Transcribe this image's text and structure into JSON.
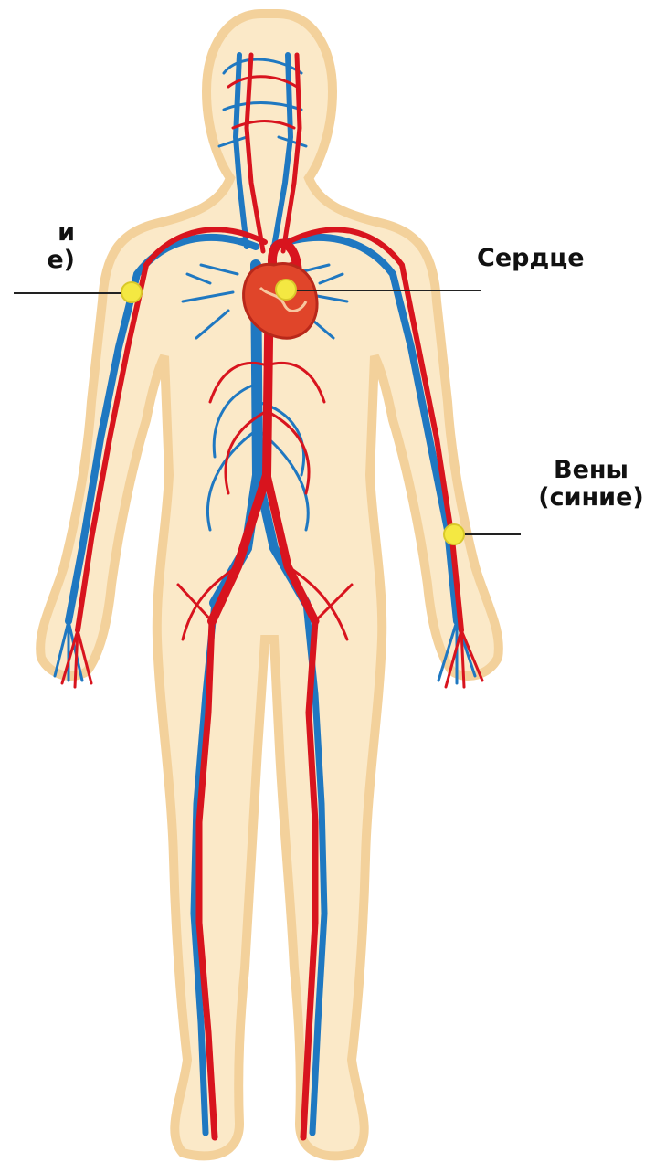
{
  "labels": {
    "arteries": {
      "line1": "и",
      "line2": "е)"
    },
    "heart": "Сердце",
    "veins": {
      "line1": "Вены",
      "line2": "(синие)"
    }
  },
  "colors": {
    "skin_fill": "#fbe9c8",
    "skin_outline": "#f3d19b",
    "artery": "#d8141e",
    "vein": "#1f78c1",
    "heart": "#e0452a",
    "marker": "#f4e842",
    "leader_line": "#222222",
    "label_text": "#111111"
  },
  "icons": [
    "human-body-figure",
    "heart-icon",
    "marker-dot"
  ]
}
